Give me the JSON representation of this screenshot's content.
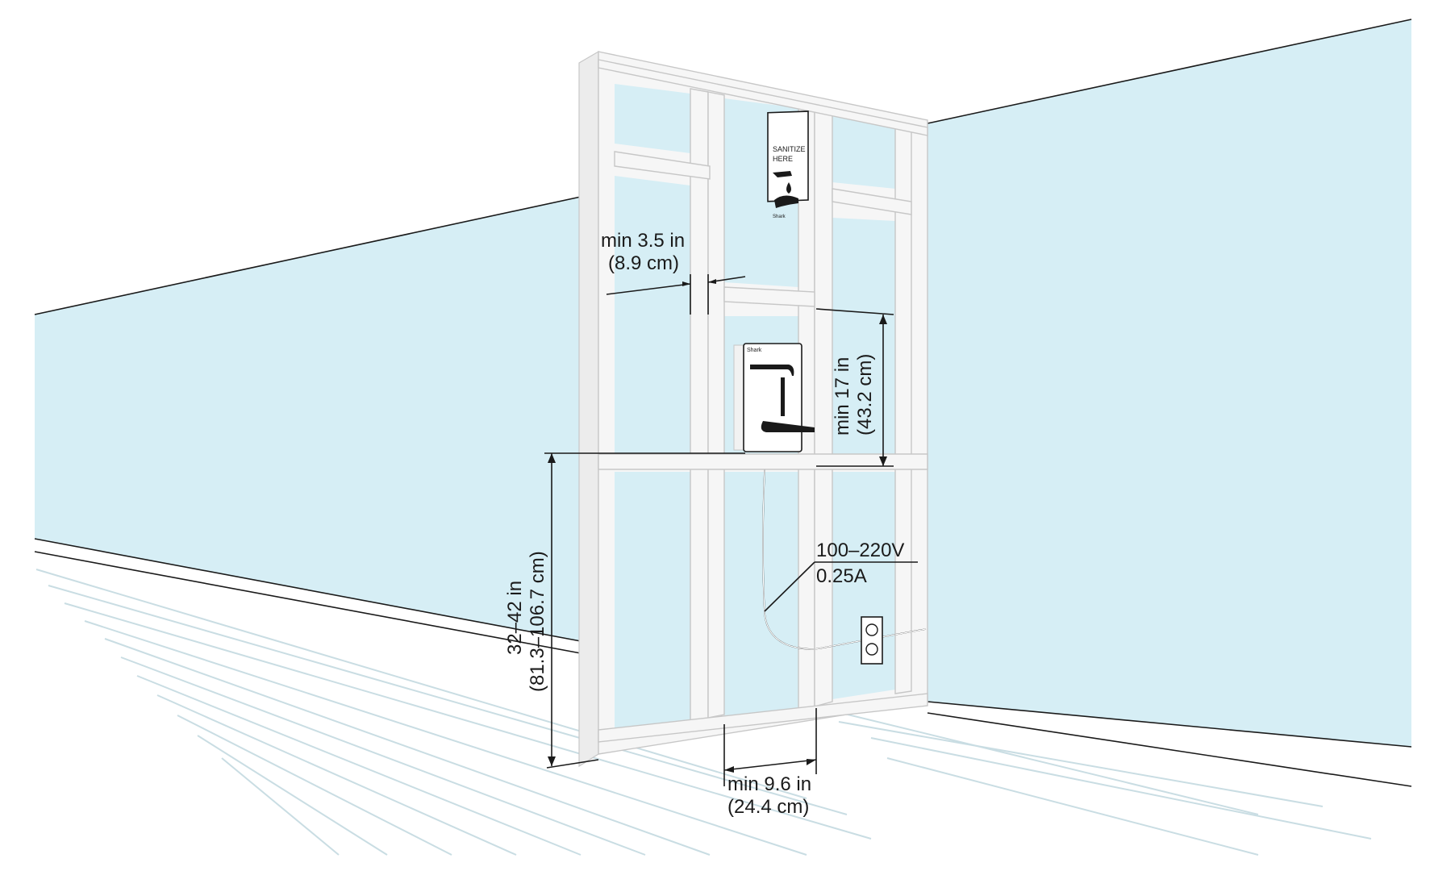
{
  "dimensions": {
    "stud_spacing_top": "min 3.5 in",
    "stud_spacing_top_metric": "(8.9 cm)",
    "dispenser_height_span": "min 17 in",
    "dispenser_height_span_metric": "(43.2 cm)",
    "mount_height": "32–42 in",
    "mount_height_metric": "(81.3–106.7 cm)",
    "stud_spacing_bottom": "min 9.6 in",
    "stud_spacing_bottom_metric": "(24.4 cm)"
  },
  "power": {
    "voltage": "100–220V",
    "current": "0.25A"
  },
  "sign": {
    "line1": "SANITIZE",
    "line2": "HERE",
    "brand": "Shark"
  },
  "dispenser": {
    "brand": "Shark"
  },
  "colors": {
    "wall": "#d6eef5",
    "frame": "#f6f6f6",
    "outline": "#1a1a1a"
  }
}
